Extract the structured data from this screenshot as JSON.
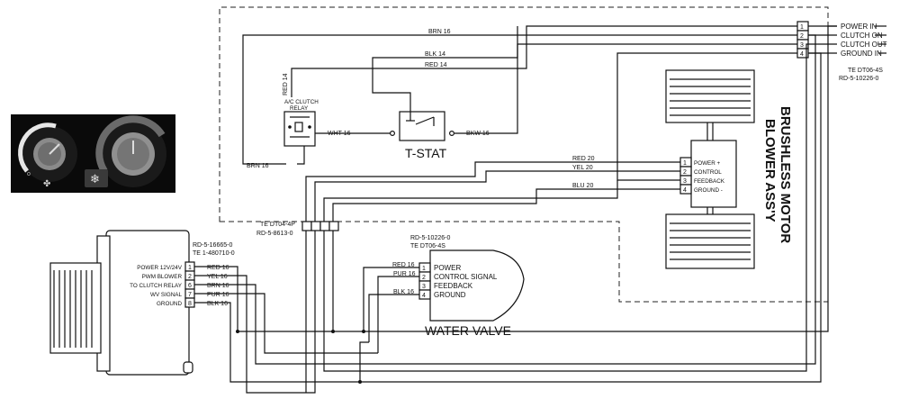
{
  "top_connector": {
    "pins": [
      "1",
      "2",
      "3",
      "4"
    ],
    "signals": [
      "POWER IN",
      "CLUTCH ON",
      "CLUTCH OUT",
      "GROUND IN"
    ],
    "part_1": "TE DT06-4S",
    "part_2": "RD-5-10226-0"
  },
  "wires": {
    "brn16_top": "BRN 16",
    "blk14": "BLK 14",
    "red14_top": "RED 14",
    "red14_vertical": "RED 14",
    "wht16": "WHT 16",
    "bkw16": "BKW 16",
    "brn16_relay": "BRN 16",
    "red20": "RED 20",
    "yel20": "YEL 20",
    "blu20": "BLU 20"
  },
  "relay": {
    "label_1": "A/C CLUTCH",
    "label_2": "RELAY"
  },
  "tstat": {
    "label": "T-STAT"
  },
  "blower": {
    "title_1": "BRUSHLESS MOTOR",
    "title_2": "BLOWER ASS'Y",
    "pins": [
      "1",
      "2",
      "3",
      "4"
    ],
    "signals": [
      "POWER +",
      "CONTROL",
      "FEEDBACK",
      "GROUND -"
    ]
  },
  "mid_connector": {
    "part_1": "TE DT04-4P",
    "part_2": "RD-5-8613-0"
  },
  "water_valve": {
    "part_1": "RD-5-10226-0",
    "part_2": "TE DT06-4S",
    "title": "WATER VALVE",
    "pins": [
      "1",
      "2",
      "3",
      "4"
    ],
    "signals": [
      "POWER",
      "CONTROL SIGNAL",
      "FEEDBACK",
      "GROUND"
    ],
    "wires": [
      "RED 16",
      "PUR 16",
      "BLK 16"
    ]
  },
  "controller": {
    "part_1": "RD-5-16665-0",
    "part_2": "TE 1-480710-0",
    "pins": [
      "1",
      "2",
      "6",
      "7",
      "8"
    ],
    "signals": [
      "POWER 12V/24V",
      "PWM BLOWER",
      "TO CLUTCH RELAY",
      "WV SIGNAL",
      "GROUND"
    ],
    "wires": [
      "RED 16",
      "YEL 16",
      "BRN 16",
      "PUR 16",
      "BLK 16"
    ]
  },
  "control_panel": {
    "fan_icon": "fan-icon",
    "snowflake_icon": "snowflake-icon"
  }
}
